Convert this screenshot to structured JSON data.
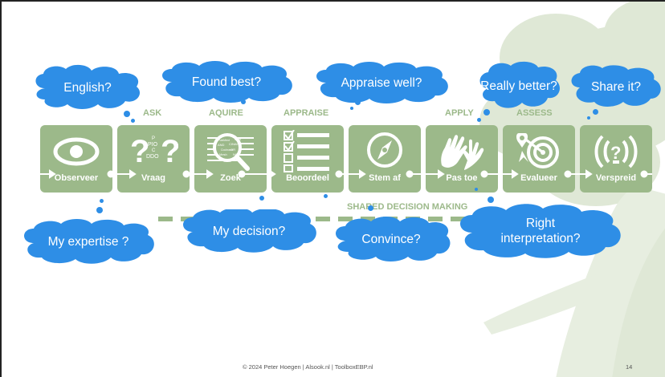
{
  "colors": {
    "step_green": "#9cb98a",
    "cloud_blue": "#2e8ee6",
    "tree_green": "#dfe8d6"
  },
  "phases": [
    "ASK",
    "AQUIRE",
    "APPRAISE",
    "APPLY",
    "ASSESS"
  ],
  "steps": [
    {
      "label": "Observeer",
      "icon": "eye-icon"
    },
    {
      "label": "Vraag",
      "icon": "question-marks-icon"
    },
    {
      "label": "Zoek",
      "icon": "magnifier-icon"
    },
    {
      "label": "Beoordeel",
      "icon": "checklist-icon"
    },
    {
      "label": "Stem af",
      "icon": "compass-icon"
    },
    {
      "label": "Pas toe",
      "icon": "hands-icon"
    },
    {
      "label": "Evalueer",
      "icon": "target-icon"
    },
    {
      "label": "Verspreid",
      "icon": "broadcast-icon"
    }
  ],
  "icon_text": {
    "vraag": [
      "P",
      "PIO",
      "C",
      "DDO"
    ],
    "zoek": [
      "PubMed",
      "Cochrane",
      "CINAHL",
      "AND",
      "OR",
      "NOT",
      "Mesh",
      "Web"
    ]
  },
  "shared_decision": "SHARED DECISION MAKING",
  "clouds": [
    {
      "text": "English?"
    },
    {
      "text": "Found best?"
    },
    {
      "text": "Appraise well?"
    },
    {
      "text": "Really better?"
    },
    {
      "text": "Share it?"
    },
    {
      "text": "My expertise ?"
    },
    {
      "text": "My decision?"
    },
    {
      "text": "Convince?"
    },
    {
      "text": "Right interpretation?"
    }
  ],
  "footer": "© 2024 Peter Hoegen | Alsook.nl | ToolboxEBP.nl",
  "page_number": "14"
}
